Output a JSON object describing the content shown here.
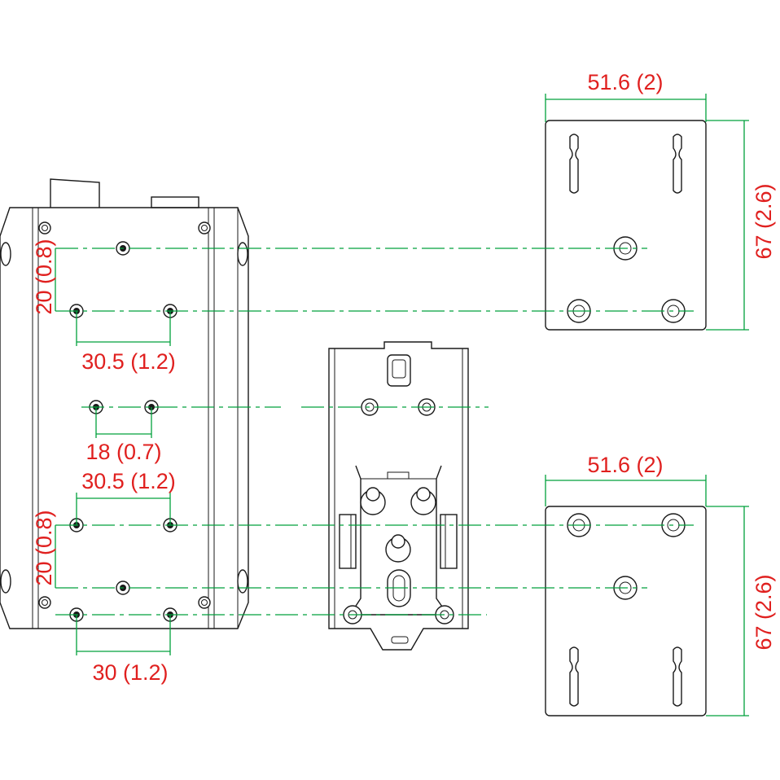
{
  "colors": {
    "outline": "#1a1a1a",
    "dimension_line": "#00a03c",
    "dimension_text": "#e0201f"
  },
  "dimensions": {
    "top_plate_width": "51.6 (2)",
    "top_plate_height": "67 (2.6)",
    "bottom_plate_width": "51.6 (2)",
    "bottom_plate_height": "67 (2.6)",
    "left_upper_vertical": "20 (0.8)",
    "left_upper_horizontal": "30.5 (1.2)",
    "center_spacing": "18 (0.7)",
    "left_lower_horizontal_top": "30.5 (1.2)",
    "left_lower_vertical": "20 (0.8)",
    "left_lower_horizontal_bottom": "30 (1.2)"
  }
}
